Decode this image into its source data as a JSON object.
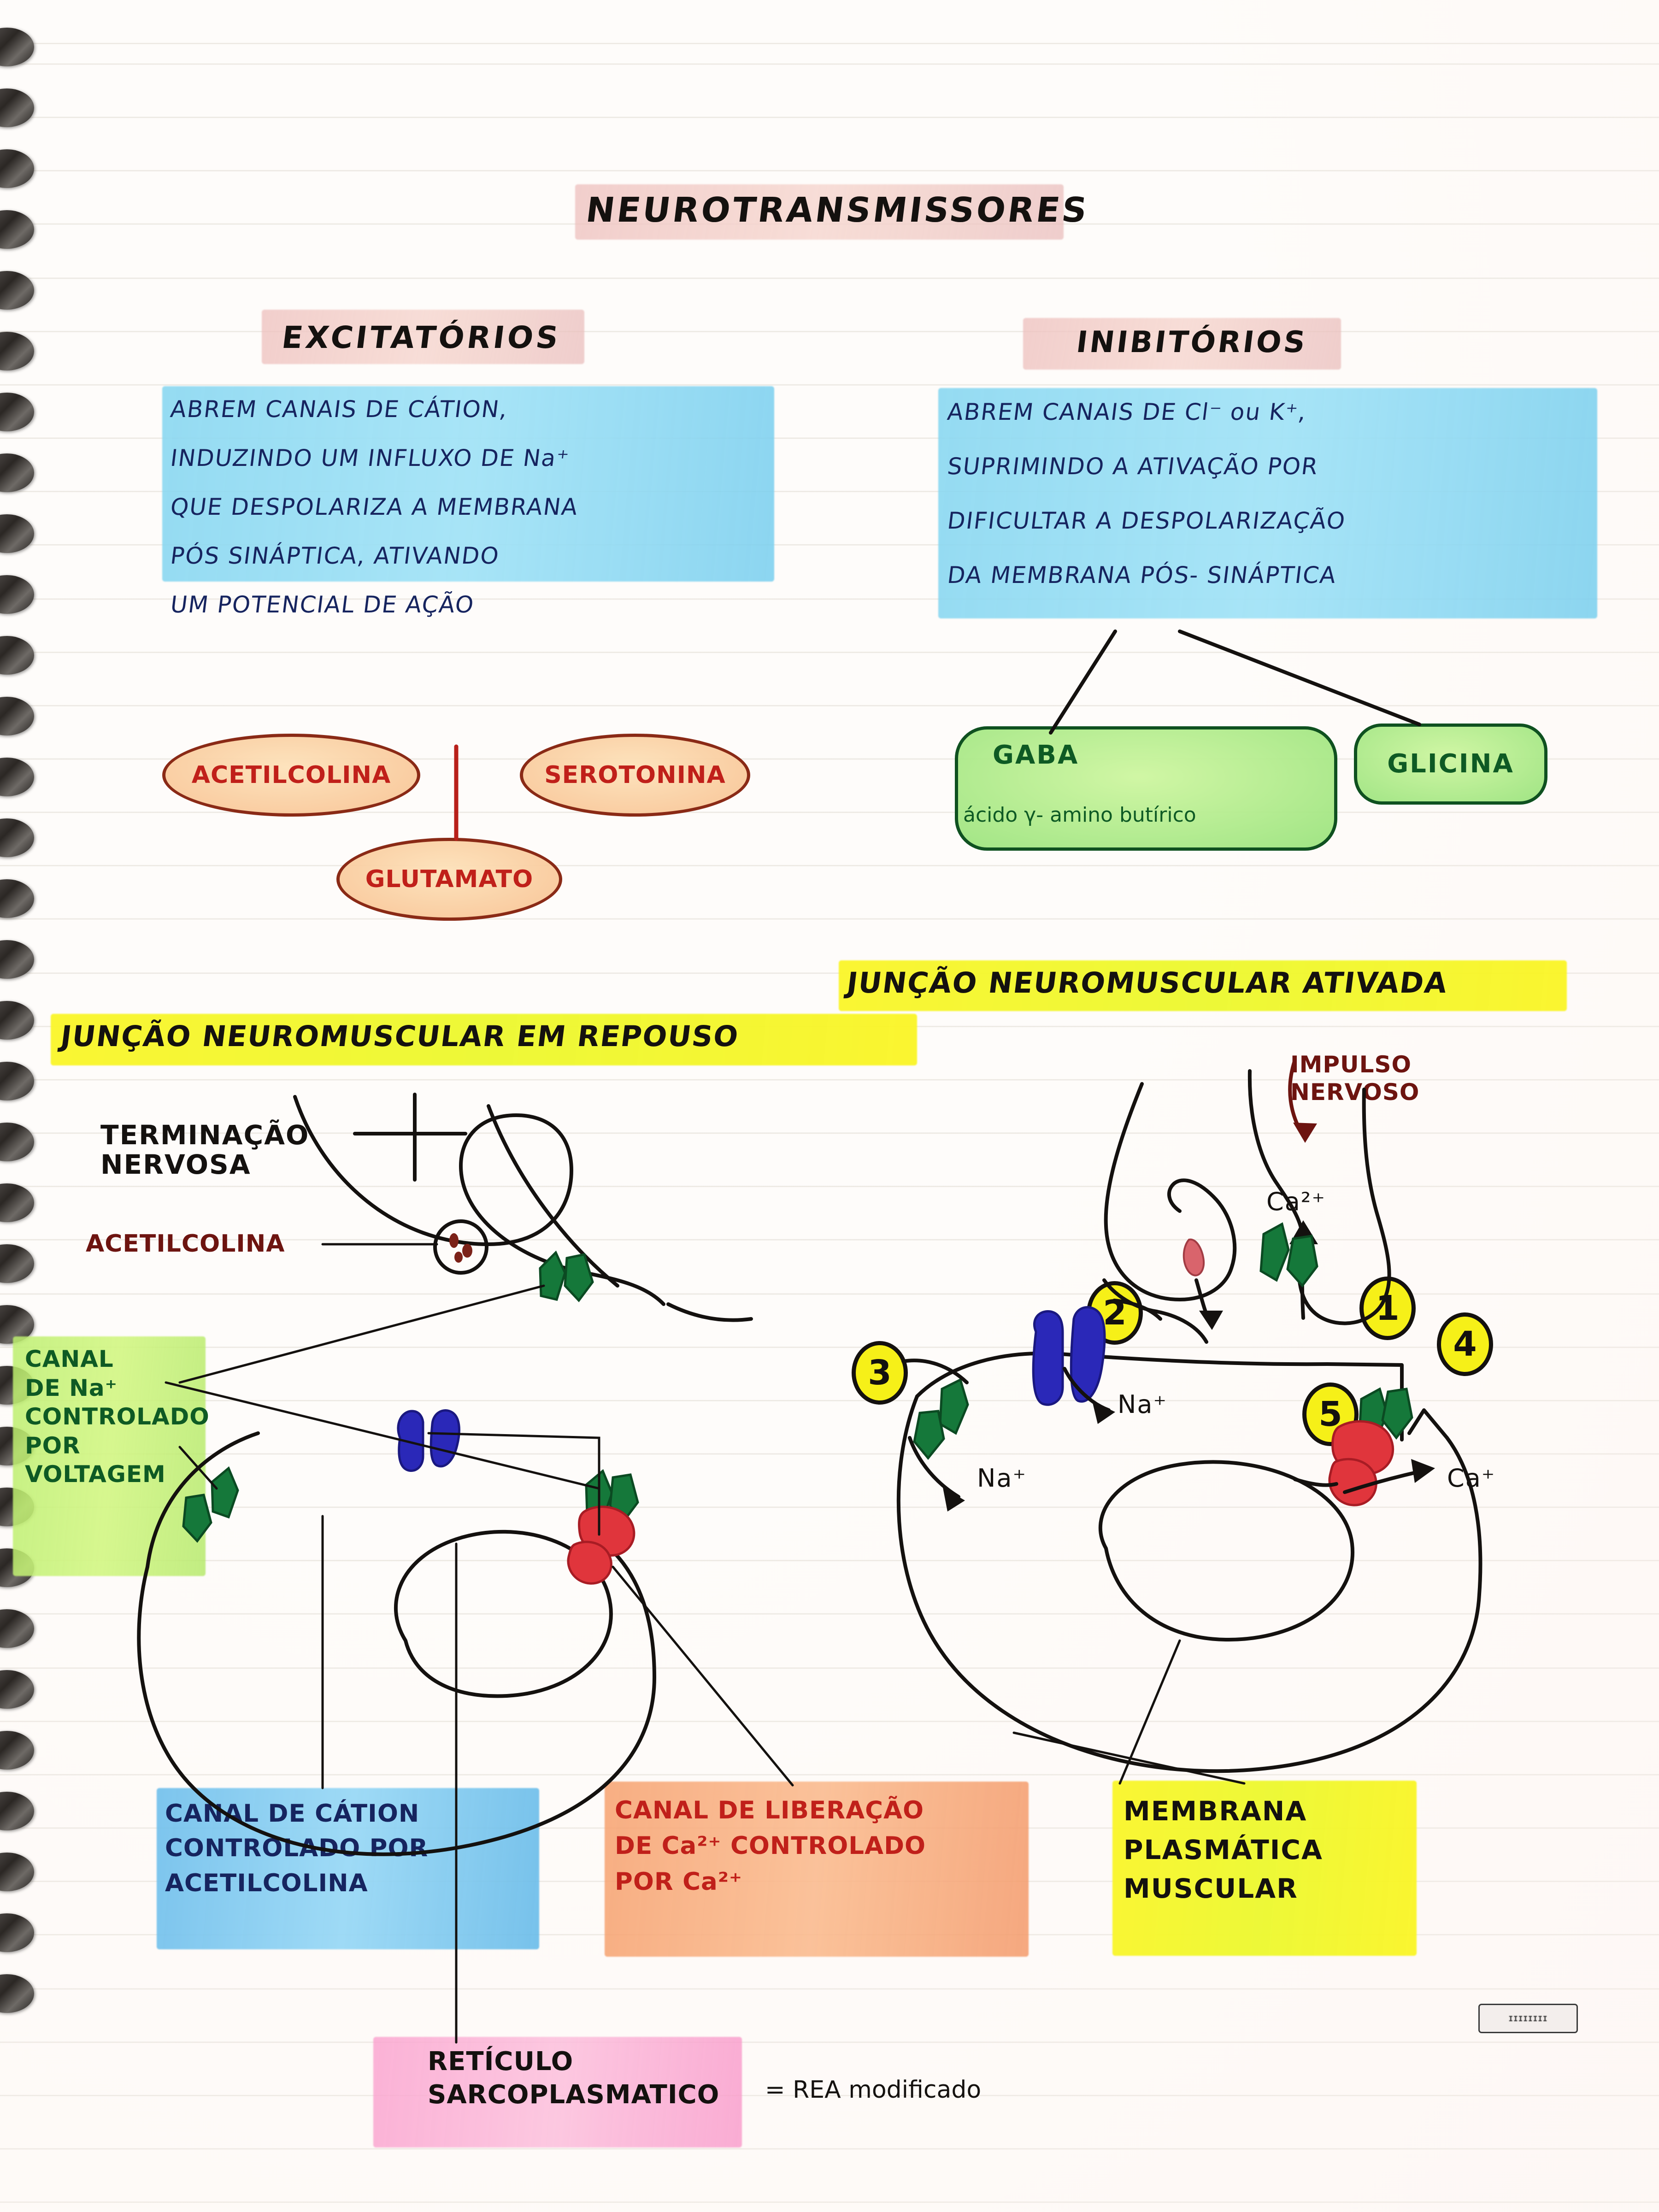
{
  "page": {
    "title": "NEUROTRANSMISSORES",
    "medium": "handwritten-notebook-page"
  },
  "sections": {
    "excitatory": {
      "heading": "EXCITATÓRIOS",
      "lines": [
        "ABREM CANAIS DE CÁTION,",
        "INDUZINDO UM INFLUXO DE Na⁺",
        "QUE DESPOLARIZA A MEMBRANA",
        "PÓS SINÁPTICA, ATIVANDO",
        "UM POTENCIAL DE AÇÃO"
      ],
      "bubbles": [
        {
          "label": "ACETILCOLINA"
        },
        {
          "label": "SEROTONINA"
        },
        {
          "label": "GLUTAMATO"
        }
      ]
    },
    "inhibitory": {
      "heading": "INIBITÓRIOS",
      "lines": [
        "ABREM CANAIS DE Cl⁻ ou K⁺,",
        "SUPRIMINDO A ATIVAÇÃO POR",
        "DIFICULTAR A DESPOLARIZAÇÃO",
        "DA MEMBRANA PÓS- SINÁPTICA"
      ],
      "bubbles": [
        {
          "label": "GABA",
          "sub": "ácido γ- amino butírico"
        },
        {
          "label": "GLICINA"
        }
      ]
    }
  },
  "junction": {
    "resting_heading": "JUNÇÃO NEUROMUSCULAR EM REPOUSO",
    "activated_heading": "JUNÇÃO NEUROMUSCULAR ATIVADA",
    "resting_labels": {
      "nerve_ending": "TERMINAÇÃO\nNERVOSA",
      "acetylcholine": "ACETILCOLINA",
      "na_channel": "CANAL\nDE Na⁺\nCONTROLADO\nPOR\nVOLTAGEM"
    },
    "activated_labels": {
      "nerve_impulse": "IMPULSO\nNERVOSO",
      "calcium": "Ca²⁺",
      "sodium_center": "Na⁺",
      "sodium_left": "Na⁺",
      "calcium_out": "Ca⁺"
    },
    "steps": [
      "1",
      "2",
      "3",
      "4",
      "5"
    ]
  },
  "bottom_labels": {
    "cation_channel": "CANAL DE CÁTION\nCONTROLADO POR\nACETILCOLINA",
    "calcium_release": "CANAL DE LIBERAÇÃO\nDE Ca²⁺ CONTROLADO\nPOR Ca²⁺",
    "muscle_membrane": "MEMBRANA\nPLASMÁTICA\nMUSCULAR",
    "reticulum": "RETÍCULO\nSARCOPLASMATICO",
    "reticulum_note": "= REA modificado"
  },
  "watermark": {
    "text": "IIIIIIII"
  },
  "colors": {
    "highlight_pink": "#edbebc",
    "highlight_blue": "#86d6f0",
    "highlight_yellow": "#faf528",
    "highlight_green": "#bcee6e",
    "highlight_orange": "#f6a06e",
    "highlight_rose": "#faa0cd",
    "ink_black": "#14110f",
    "ink_navy": "#16245f",
    "ink_darkred": "#6d1410",
    "ink_green": "#0e5a24",
    "channel_green": "#15783a",
    "channel_blue": "#2a28b8",
    "channel_red": "#e0353c"
  }
}
